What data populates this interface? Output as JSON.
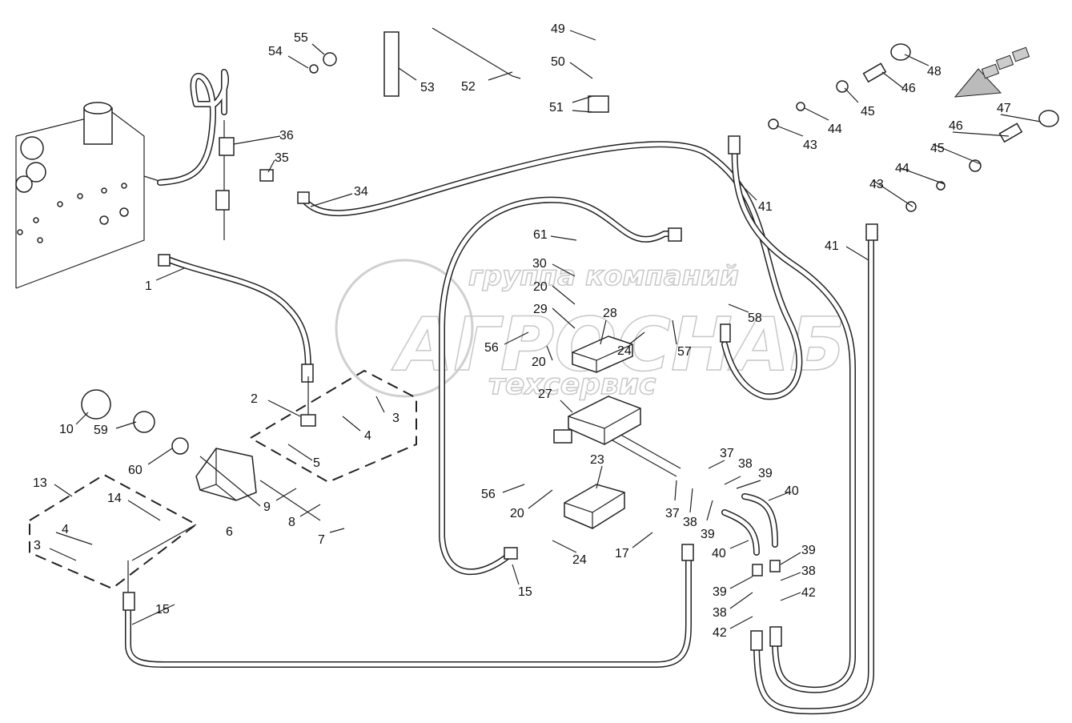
{
  "watermark": {
    "line1": "группа компаний",
    "line2": "АГРОСНАБ",
    "line3": "техсервис"
  },
  "callouts": [
    "55",
    "54",
    "53",
    "52",
    "49",
    "50",
    "51",
    "48",
    "46",
    "45",
    "44",
    "43",
    "47",
    "46",
    "45",
    "44",
    "43",
    "36",
    "35",
    "34",
    "41",
    "41",
    "61",
    "30",
    "20",
    "29",
    "28",
    "58",
    "56",
    "20",
    "57",
    "24",
    "1",
    "2",
    "3",
    "4",
    "5",
    "27",
    "10",
    "59",
    "60",
    "13",
    "14",
    "23",
    "37",
    "38",
    "39",
    "40",
    "56",
    "20",
    "37",
    "38",
    "39",
    "9",
    "8",
    "7",
    "6",
    "4",
    "3",
    "24",
    "17",
    "40",
    "39",
    "38",
    "42",
    "39",
    "38",
    "42",
    "15",
    "15"
  ]
}
